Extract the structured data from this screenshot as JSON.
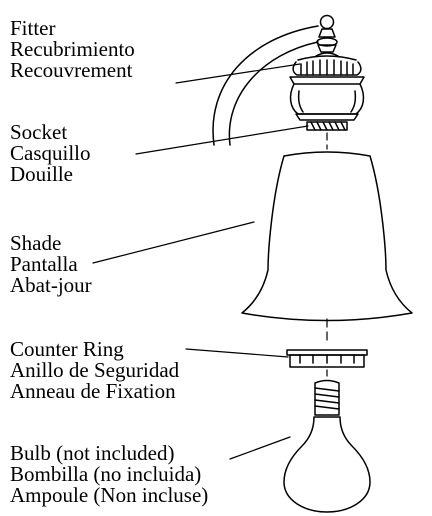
{
  "parts": [
    {
      "id": "fitter",
      "lines": [
        "Fitter",
        "Recubrimiento",
        "Recouvrement"
      ]
    },
    {
      "id": "socket",
      "lines": [
        "Socket",
        "Casquillo",
        "Douille"
      ]
    },
    {
      "id": "shade",
      "lines": [
        "Shade",
        "Pantalla",
        "Abat-jour"
      ]
    },
    {
      "id": "counter_ring",
      "lines": [
        "Counter Ring",
        "Anillo de Seguridad",
        "Anneau de Fixation"
      ]
    },
    {
      "id": "bulb",
      "lines": [
        "Bulb (not included)",
        "Bombilla (no incluida)",
        "Ampoule (Non incluse)"
      ]
    }
  ]
}
